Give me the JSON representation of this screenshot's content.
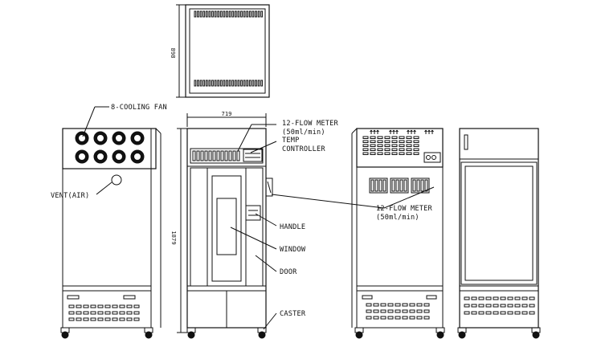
{
  "labels": {
    "cooling_fan": "8-COOLING FAN",
    "vent": "VENT(AIR)",
    "flow_meter_top_line1": "12-FLOW METER",
    "flow_meter_top_line2": "(50ml/min)",
    "temp_controller_line1": "TEMP",
    "temp_controller_line2": "CONTROLLER",
    "flow_meter_right_line1": "12-FLOW METER",
    "flow_meter_right_line2": "(50ml/min)",
    "handle": "HANDLE",
    "window": "WINDOW",
    "door": "DOOR",
    "caster": "CASTER"
  },
  "dimensions": {
    "depth": "898",
    "width": "719",
    "height": "1879"
  },
  "colors": {
    "line": "#111111",
    "background": "#ffffff"
  }
}
